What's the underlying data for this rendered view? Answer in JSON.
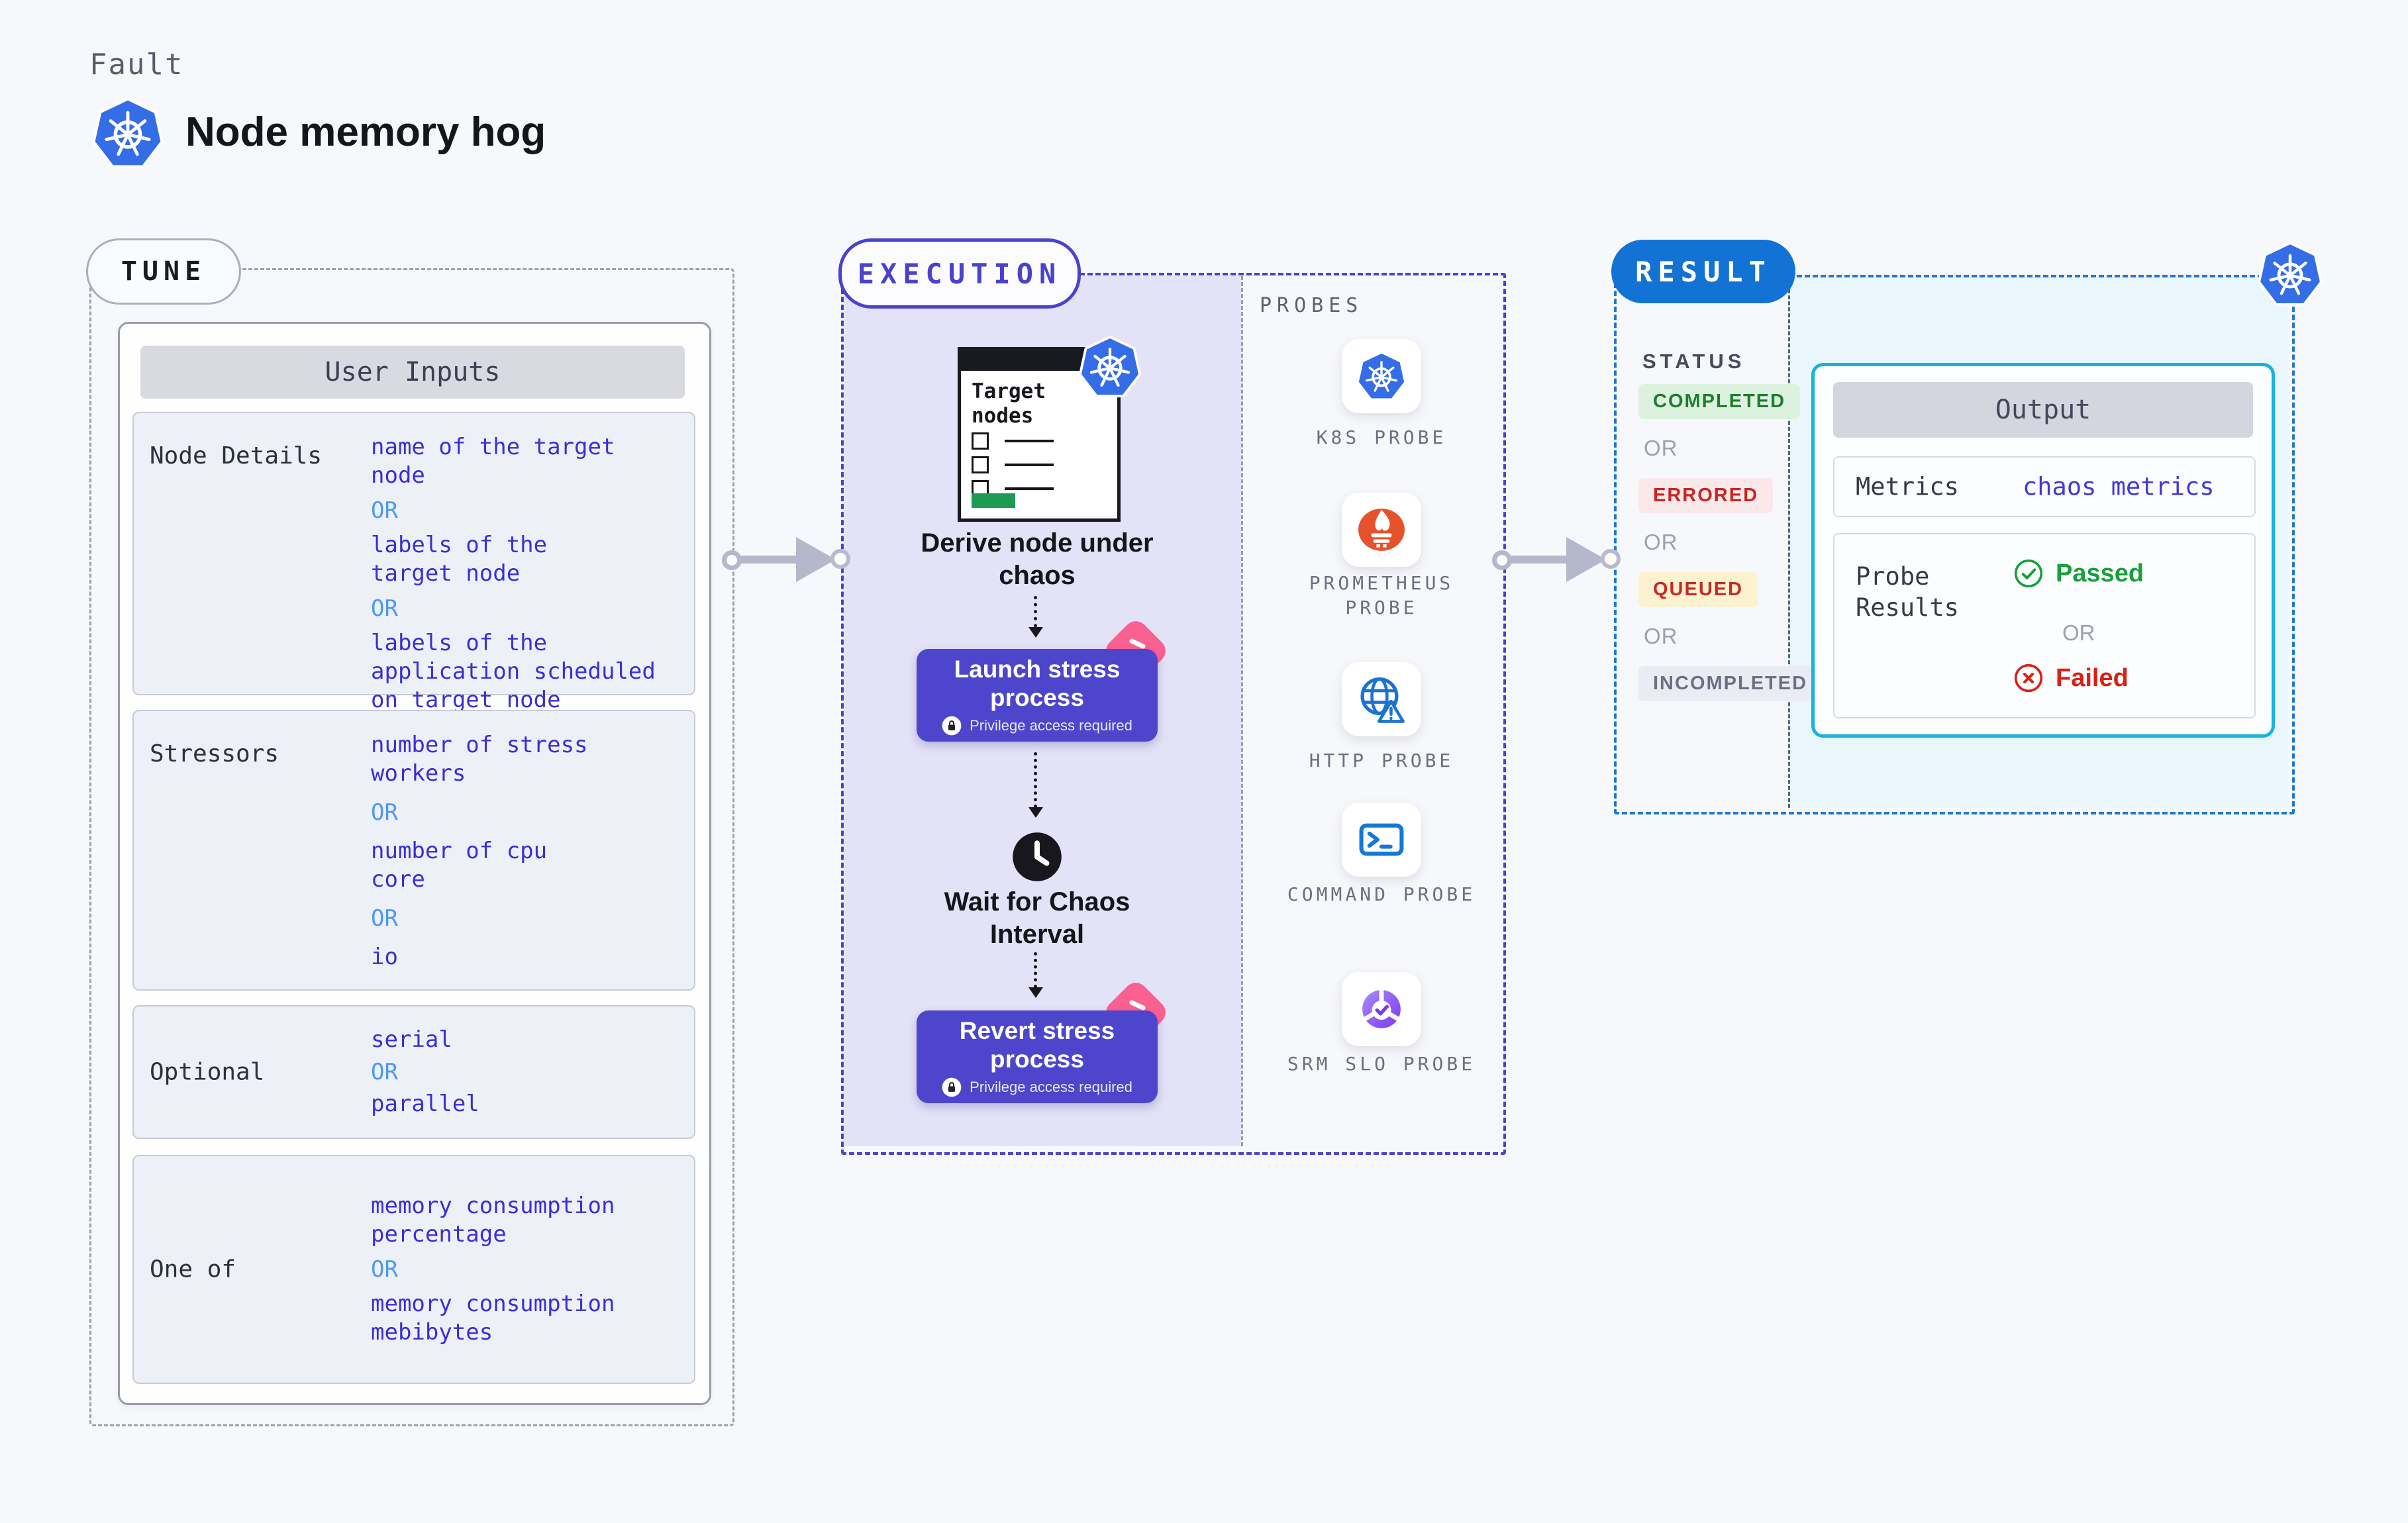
{
  "page": {
    "eyebrow": "Fault",
    "title": "Node memory hog"
  },
  "tune": {
    "badge": "TUNE",
    "panel_title": "User Inputs",
    "or": "OR",
    "rows": [
      {
        "label": "Node Details",
        "options": [
          "name of the target node",
          "labels of the target node",
          "labels of the application scheduled on target node"
        ]
      },
      {
        "label": "Stressors",
        "options": [
          "number of stress workers",
          "number of cpu core",
          "io"
        ]
      },
      {
        "label": "Optional",
        "options": [
          "serial",
          "parallel"
        ]
      },
      {
        "label": "One of",
        "options": [
          "memory consumption percentage",
          "memory consumption mebibytes"
        ]
      }
    ]
  },
  "execution": {
    "badge": "EXECUTION",
    "target_card": {
      "title": "Target nodes"
    },
    "derive_label": "Derive node under chaos",
    "launch_button": {
      "label": "Launch stress process",
      "note": "Privilege access required"
    },
    "wait_label": "Wait for Chaos Interval",
    "revert_button": {
      "label": "Revert stress process",
      "note": "Privilege access required"
    }
  },
  "probes": {
    "title": "PROBES",
    "items": [
      {
        "label": "K8S PROBE",
        "icon": "kubernetes-icon"
      },
      {
        "label": "PROMETHEUS PROBE",
        "icon": "prometheus-icon"
      },
      {
        "label": "HTTP PROBE",
        "icon": "globe-warning-icon"
      },
      {
        "label": "COMMAND PROBE",
        "icon": "terminal-icon"
      },
      {
        "label": "SRM SLO PROBE",
        "icon": "slo-donut-check-icon"
      }
    ]
  },
  "result": {
    "badge": "RESULT",
    "status_heading": "STATUS",
    "or": "OR",
    "statuses": [
      {
        "label": "COMPLETED",
        "text_color": "#1e7e2e",
        "bg_color": "#dcf2de"
      },
      {
        "label": "ERRORED",
        "text_color": "#c92525",
        "bg_color": "#fbe9e9"
      },
      {
        "label": "QUEUED",
        "text_color": "#c52b2b",
        "bg_color": "#fdf2cf"
      },
      {
        "label": "INCOMPLETED",
        "text_color": "#6a7183",
        "bg_color": "#ebecf3"
      }
    ],
    "output": {
      "title": "Output",
      "metrics_label": "Metrics",
      "metrics_value": "chaos metrics",
      "probe_results_label": "Probe Results",
      "passed_label": "Passed",
      "failed_label": "Failed"
    }
  },
  "colors": {
    "accent_indigo": "#4a42cf",
    "accent_blue": "#1273d4",
    "accent_cyan": "#17b2e0",
    "option_text": "#392fd6",
    "or_text": "#4f99f2",
    "button_bg": "#4d45cc",
    "kubernetes_blue": "#346de5",
    "prometheus_orange": "#e6522c",
    "passed_green": "#17a03a",
    "failed_red": "#da2015",
    "pink_badge": "#fa6190"
  }
}
